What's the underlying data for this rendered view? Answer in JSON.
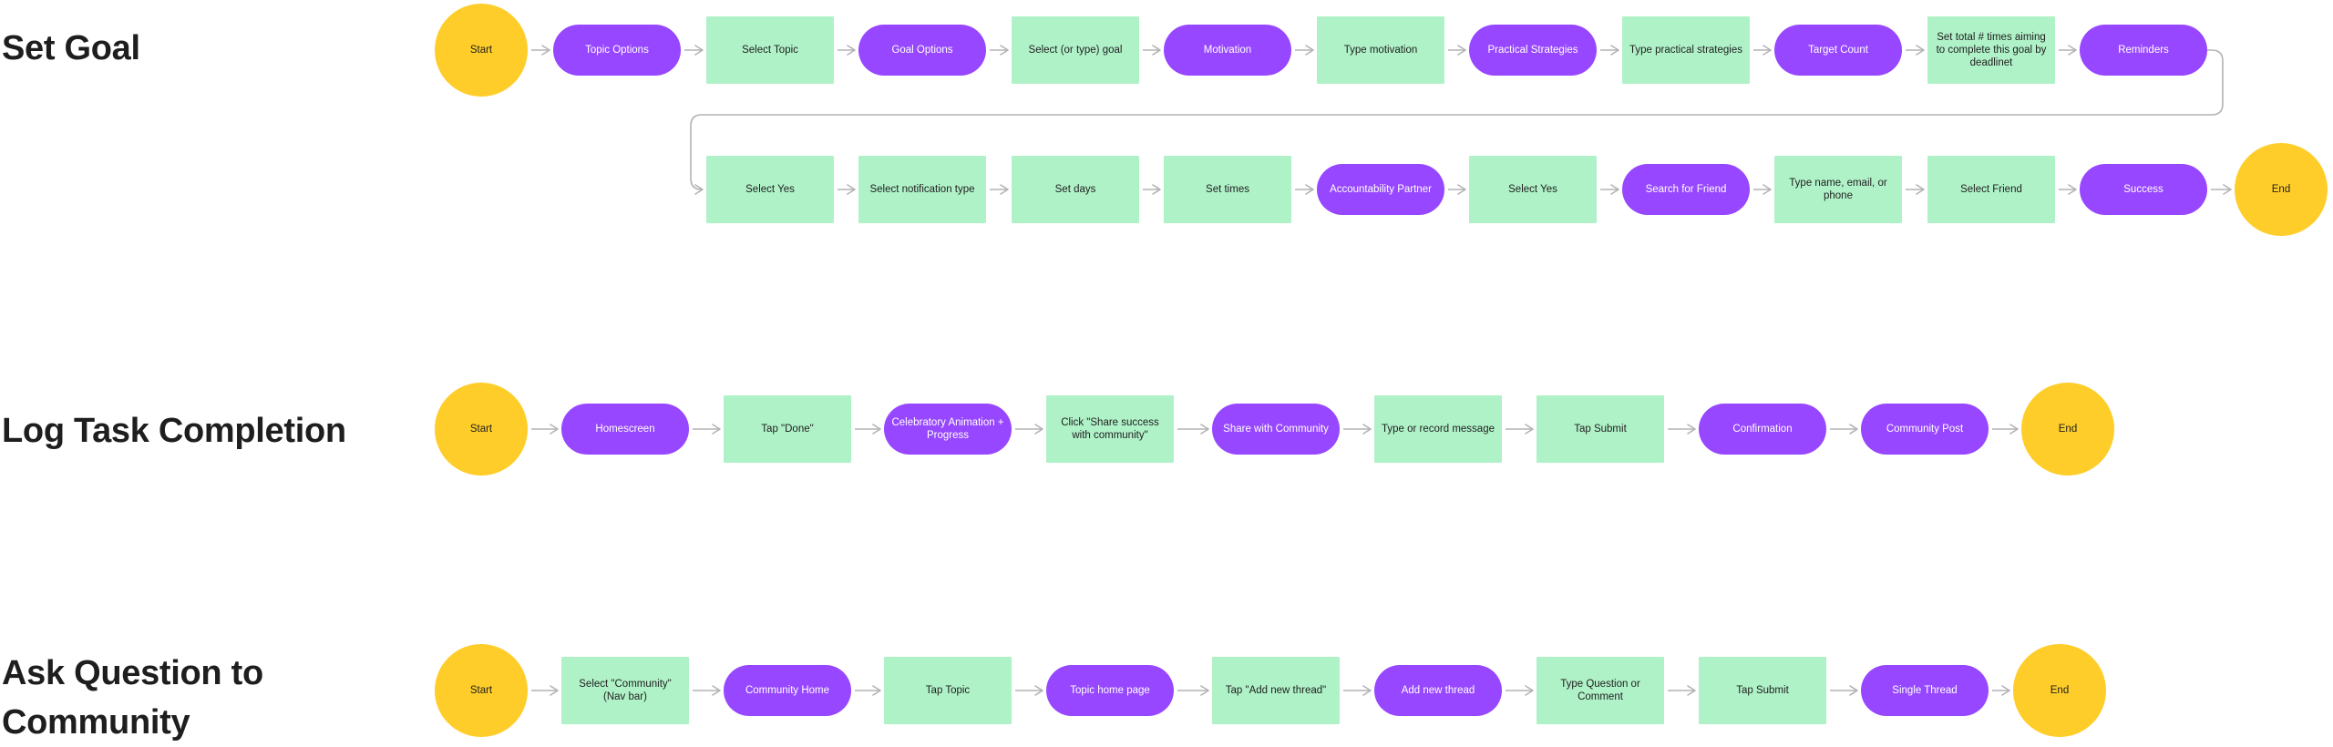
{
  "flows": [
    {
      "title": "Set Goal",
      "nodes": [
        {
          "label": "Start",
          "shape": "circle"
        },
        {
          "label": "Topic Options",
          "shape": "pill"
        },
        {
          "label": "Select Topic",
          "shape": "rect"
        },
        {
          "label": "Goal Options",
          "shape": "pill"
        },
        {
          "label": "Select (or type) goal",
          "shape": "rect"
        },
        {
          "label": "Motivation",
          "shape": "pill"
        },
        {
          "label": "Type motivation",
          "shape": "rect"
        },
        {
          "label": "Practical Strategies",
          "shape": "pill"
        },
        {
          "label": "Type practical strategies",
          "shape": "rect"
        },
        {
          "label": "Target Count",
          "shape": "pill"
        },
        {
          "label": "Set total # times aiming to complete this goal by deadlinet",
          "shape": "rect"
        },
        {
          "label": "Reminders",
          "shape": "pill"
        },
        {
          "label": "Select Yes",
          "shape": "rect"
        },
        {
          "label": "Select notification type",
          "shape": "rect"
        },
        {
          "label": "Set days",
          "shape": "rect"
        },
        {
          "label": "Set times",
          "shape": "rect"
        },
        {
          "label": "Accountability Partner",
          "shape": "pill"
        },
        {
          "label": "Select Yes",
          "shape": "rect"
        },
        {
          "label": "Search for Friend",
          "shape": "pill"
        },
        {
          "label": "Type name, email, or phone",
          "shape": "rect"
        },
        {
          "label": "Select Friend",
          "shape": "rect"
        },
        {
          "label": "Success",
          "shape": "pill"
        },
        {
          "label": "End",
          "shape": "circle"
        }
      ]
    },
    {
      "title": "Log Task Completion",
      "nodes": [
        {
          "label": "Start",
          "shape": "circle"
        },
        {
          "label": "Homescreen",
          "shape": "pill"
        },
        {
          "label": "Tap \"Done\"",
          "shape": "rect"
        },
        {
          "label": "Celebratory Animation + Progress",
          "shape": "pill"
        },
        {
          "label": "Click \"Share success with community\"",
          "shape": "rect"
        },
        {
          "label": "Share with Community",
          "shape": "pill"
        },
        {
          "label": "Type or record message",
          "shape": "rect"
        },
        {
          "label": "Tap Submit",
          "shape": "rect"
        },
        {
          "label": "Confirmation",
          "shape": "pill"
        },
        {
          "label": "Community Post",
          "shape": "pill"
        },
        {
          "label": "End",
          "shape": "circle"
        }
      ]
    },
    {
      "title": "Ask Question to Community",
      "nodes": [
        {
          "label": "Start",
          "shape": "circle"
        },
        {
          "label": "Select \"Community\" (Nav bar)",
          "shape": "rect"
        },
        {
          "label": "Community Home",
          "shape": "pill"
        },
        {
          "label": "Tap Topic",
          "shape": "rect"
        },
        {
          "label": "Topic home page",
          "shape": "pill"
        },
        {
          "label": "Tap \"Add new thread\"",
          "shape": "rect"
        },
        {
          "label": "Add new thread",
          "shape": "pill"
        },
        {
          "label": "Type Question or Comment",
          "shape": "rect"
        },
        {
          "label": "Tap Submit",
          "shape": "rect"
        },
        {
          "label": "Single Thread",
          "shape": "pill"
        },
        {
          "label": "End",
          "shape": "circle"
        }
      ]
    }
  ],
  "colors": {
    "terminal": "#ffcd29",
    "screen": "#9747ff",
    "action": "#b0f2c8",
    "connector": "#b3b3b3"
  }
}
